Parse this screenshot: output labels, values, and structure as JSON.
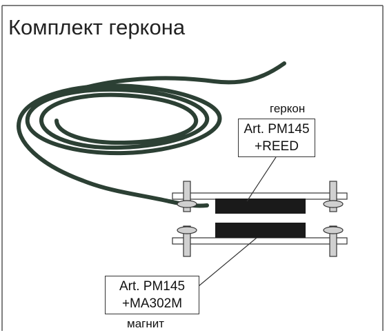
{
  "title": "Комплект геркона",
  "reed": {
    "caption": "геркон",
    "line1": "Art. PM145",
    "line2": "+REED"
  },
  "magnet": {
    "line1": "Art. PM145",
    "line2": "+MA302M",
    "caption": "магнит"
  },
  "colors": {
    "cable": "#2c4034",
    "block": "#1a1a1a",
    "outline": "#333333"
  }
}
